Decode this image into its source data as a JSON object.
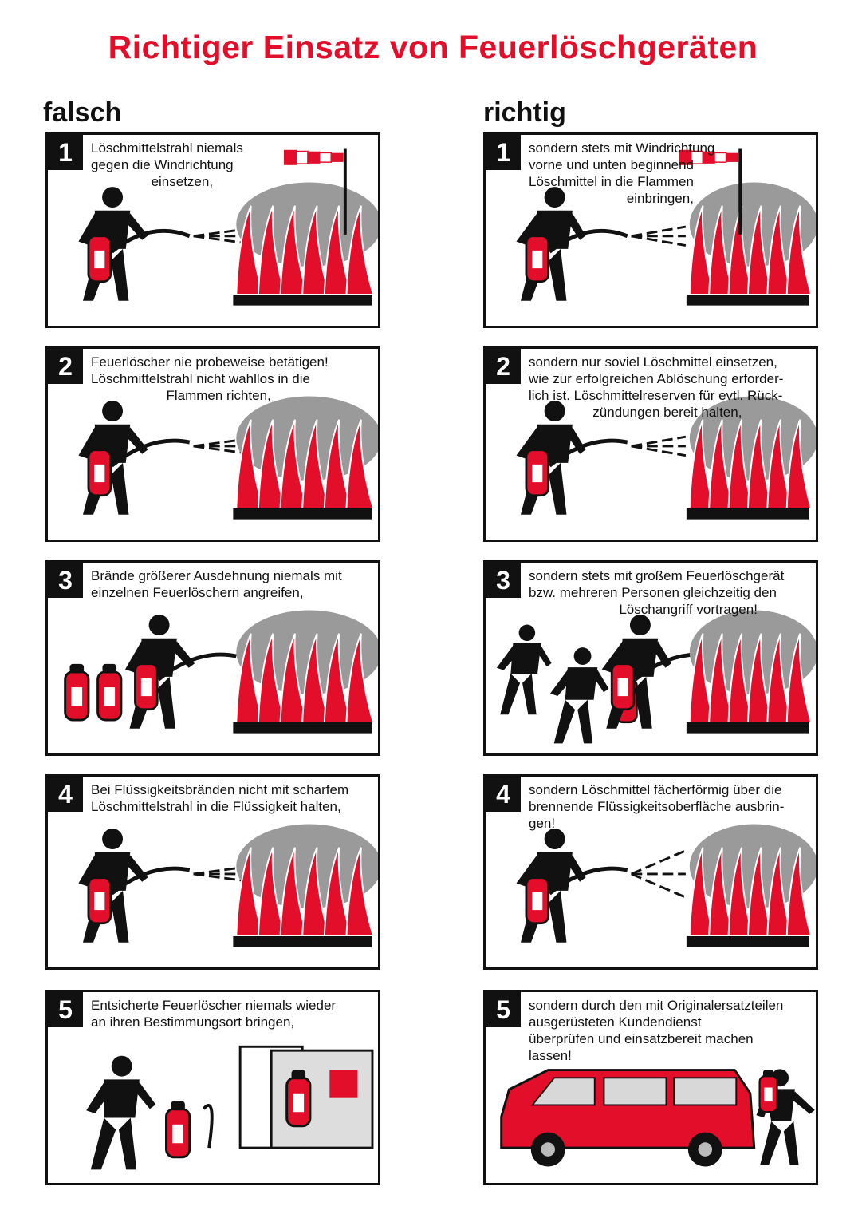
{
  "title": "Richtiger Einsatz von Feuerlöschgeräten",
  "columns": {
    "wrong": "falsch",
    "right": "richtig"
  },
  "wrong_panels": [
    {
      "number": "1",
      "lines": [
        "Löschmittelstrahl niemals",
        "gegen die Windrichtung",
        "                einsetzen,"
      ]
    },
    {
      "number": "2",
      "lines": [
        "Feuerlöscher nie probeweise betätigen!",
        "Löschmittelstrahl nicht wahllos in die",
        "                    Flammen richten,"
      ]
    },
    {
      "number": "3",
      "lines": [
        "Brände größerer Ausdehnung niemals mit",
        "einzelnen Feuerlöschern angreifen,"
      ]
    },
    {
      "number": "4",
      "lines": [
        "Bei Flüssigkeitsbränden nicht mit scharfem",
        "Löschmittelstrahl in die Flüssigkeit halten,"
      ]
    },
    {
      "number": "5",
      "lines": [
        "Entsicherte Feuerlöscher niemals wieder",
        "an ihren Bestimmungsort bringen,"
      ]
    }
  ],
  "right_panels": [
    {
      "number": "1",
      "lines": [
        "sondern stets mit Windrichtung",
        "vorne und unten beginnend",
        "Löschmittel in die Flammen",
        "                          einbringen,"
      ]
    },
    {
      "number": "2",
      "lines": [
        "sondern nur soviel Löschmittel einsetzen,",
        "wie zur erfolgreichen Ablöschung erforder-",
        "lich ist. Löschmittelreserven für evtl. Rück-",
        "                 zündungen bereit halten,"
      ]
    },
    {
      "number": "3",
      "lines": [
        "sondern stets mit großem Feuerlöschgerät",
        "bzw. mehreren Personen gleichzeitig den",
        "                        Löschangriff vortragen!"
      ]
    },
    {
      "number": "4",
      "lines": [
        "sondern Löschmittel fächerförmig über die",
        "brennende Flüssigkeitsoberfläche ausbrin-",
        "gen!"
      ]
    },
    {
      "number": "5",
      "lines": [
        "sondern durch den mit Originalersatzteilen",
        "ausgerüsteten Kundendienst",
        "überprüfen und einsatzbereit machen",
        "lassen!"
      ]
    }
  ],
  "colors": {
    "accent_red": "#e30e2a",
    "smoke_gray": "#8a8a8a",
    "ink": "#111111"
  }
}
